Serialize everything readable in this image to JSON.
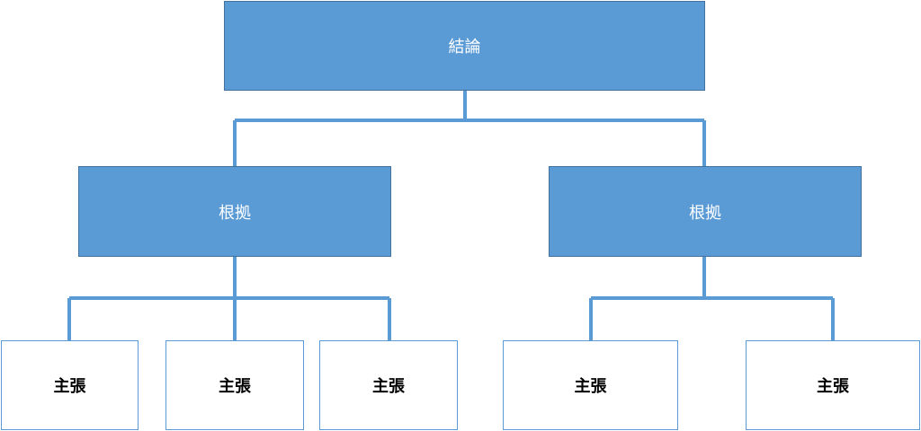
{
  "diagram": {
    "conclusion": {
      "label": "結論"
    },
    "reasons": [
      {
        "label": "根拠"
      },
      {
        "label": "根拠"
      }
    ],
    "claims": [
      {
        "label": "主張"
      },
      {
        "label": "主張"
      },
      {
        "label": "主張"
      },
      {
        "label": "主張"
      },
      {
        "label": "主張"
      }
    ],
    "colors": {
      "box_fill": "#5b9bd5",
      "box_border": "#41719c",
      "connector": "#5b9bd5",
      "leaf_border": "#5b9bd5"
    }
  }
}
